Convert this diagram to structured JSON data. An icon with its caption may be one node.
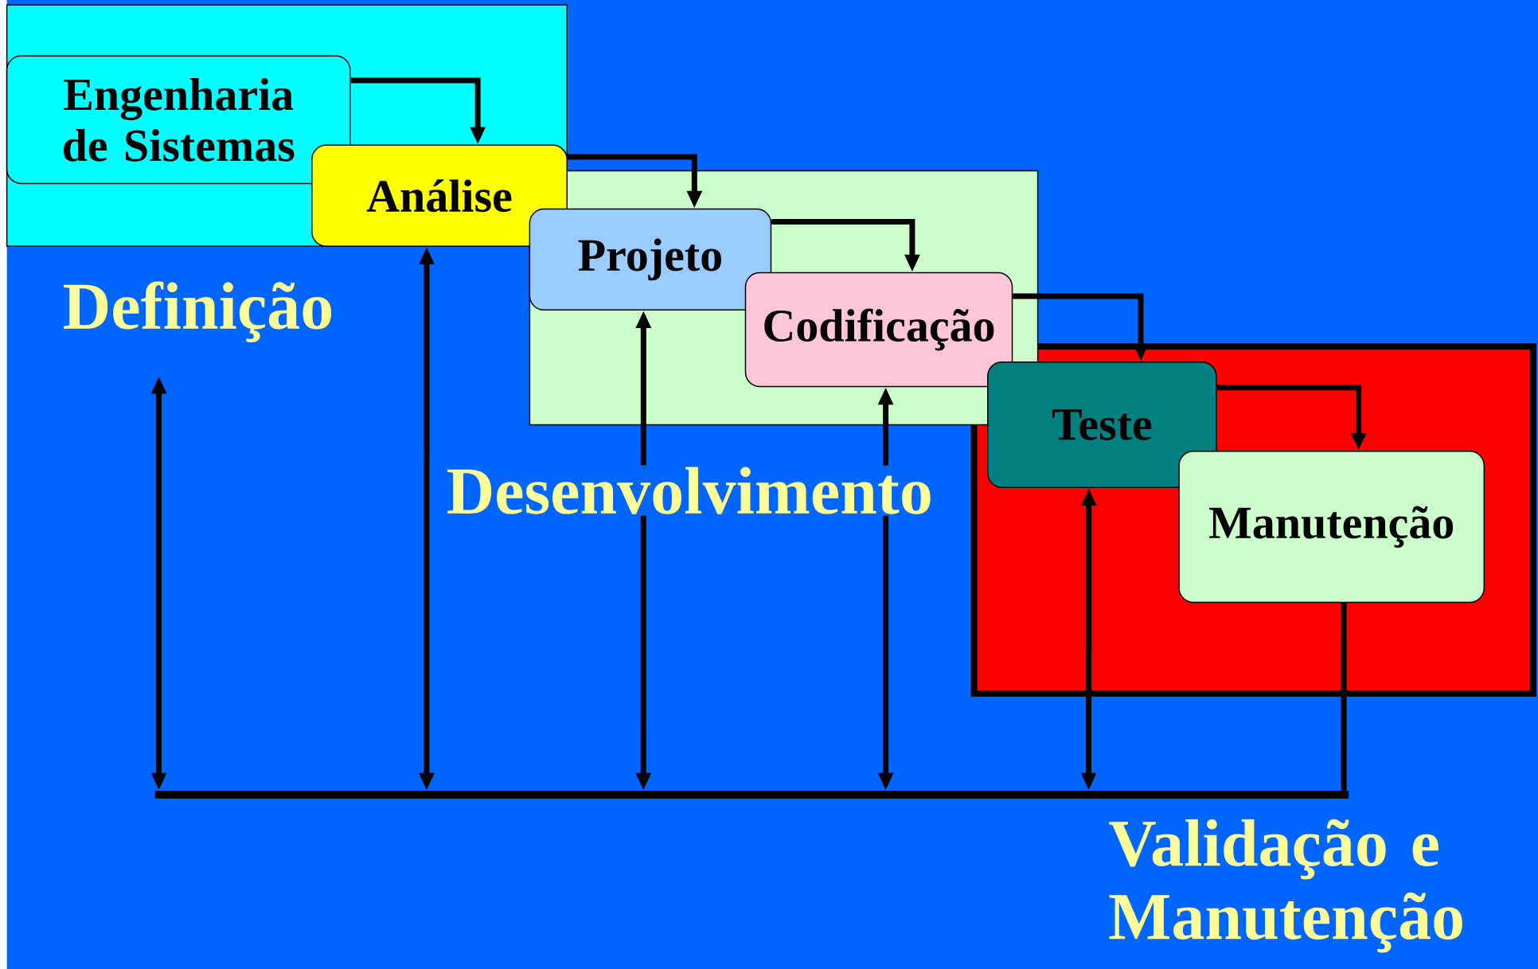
{
  "diagram": {
    "nodes": [
      {
        "text": [
          "Definição"
        ]
      },
      {
        "text": [
          "Engenharia de Sistemas"
        ],
        "in": 0
      },
      {
        "text": [
          "Análise"
        ],
        "in": 0
      },
      {
        "text": [
          "Desenvolvimento"
        ]
      },
      {
        "text": [
          "Projeto"
        ],
        "in": 3
      },
      {
        "text": [
          "Codificação"
        ],
        "in": 3
      },
      {
        "text": [
          "Validação e Manutenção"
        ]
      },
      {
        "text": [
          "Teste"
        ],
        "in": 6
      },
      {
        "text": [
          "Manutenção"
        ],
        "in": 6
      },
      {
        "text": [],
        "shape": "bar"
      }
    ],
    "edges": [
      {
        "from": 1,
        "to": 2,
        "arrow": "to"
      },
      {
        "from": 2,
        "to": 4,
        "arrow": "to"
      },
      {
        "from": 4,
        "to": 5,
        "arrow": "to"
      },
      {
        "from": 5,
        "to": 7,
        "arrow": "to"
      },
      {
        "from": 7,
        "to": 8,
        "arrow": "to"
      },
      {
        "from": 0,
        "to": 9,
        "arrow": "both"
      },
      {
        "from": 2,
        "to": 9,
        "arrow": "both"
      },
      {
        "from": 4,
        "to": 9,
        "arrow": "both"
      },
      {
        "from": 5,
        "to": 9,
        "arrow": "both"
      },
      {
        "from": 7,
        "to": 9,
        "arrow": "both"
      },
      {
        "from": 8,
        "to": 9,
        "arrow": "none"
      }
    ]
  }
}
